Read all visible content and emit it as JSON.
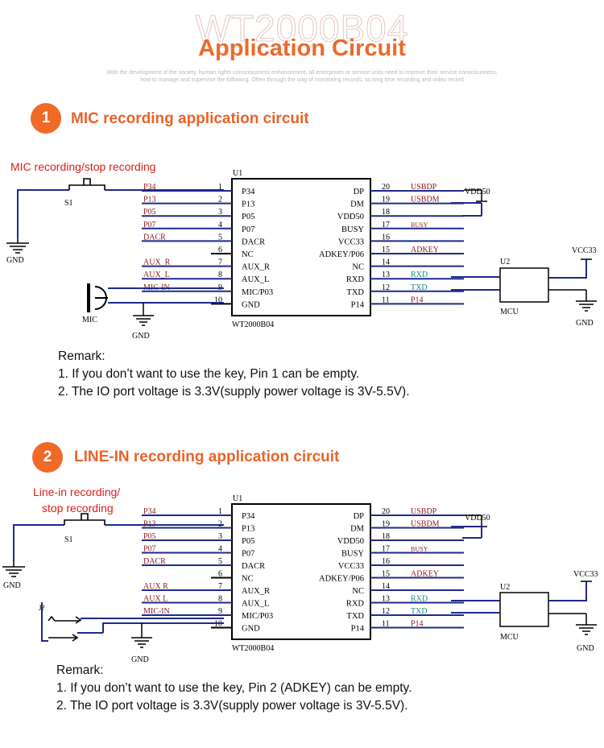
{
  "page": {
    "bg_title": "WT2000B04",
    "title": "Application Circuit",
    "subtitle_line1": "With the development of the society, human rights consciousness enhancement, all enterprises or service units need to improve their service consciousness,",
    "subtitle_line2": "how to manage and supervise the following. Often through the way of monitoring records, so long time recording and video record"
  },
  "colors": {
    "accent": "#ee6a26",
    "wire": "#1d2a8c",
    "line": "#000000",
    "pin_label": "#8b1a1a",
    "rx_tx": "#1a8a8a"
  },
  "section1": {
    "number": "1",
    "heading": "MIC recording application circuit",
    "button_label": "MIC recording/stop recording",
    "switch_ref": "S1",
    "chip_ref": "U1",
    "chip_part": "WT2000B04",
    "mic_ref": "MIC",
    "mcu_ref": "U2",
    "mcu_label": "MCU",
    "vcc": "VCC33",
    "vdd": "VDD50",
    "gnd": "GND",
    "left_nets": [
      "P34",
      "P13",
      "P05",
      "P07",
      "DACR",
      "",
      "AUX_R",
      "AUX_L",
      "MIC-IN",
      ""
    ],
    "left_pins": [
      "P34",
      "P13",
      "P05",
      "P07",
      "DACR",
      "NC",
      "AUX_R",
      "AUX_L",
      "MIC/P03",
      "GND"
    ],
    "left_nums": [
      "1",
      "2",
      "3",
      "4",
      "5",
      "6",
      "7",
      "8",
      "9",
      "10"
    ],
    "right_pins": [
      "DP",
      "DM",
      "VDD50",
      "BUSY",
      "VCC33",
      "ADKEY/P06",
      "NC",
      "RXD",
      "TXD",
      "P14"
    ],
    "right_nums": [
      "20",
      "19",
      "18",
      "17",
      "16",
      "15",
      "14",
      "13",
      "12",
      "11"
    ],
    "right_nets": [
      "USBDP",
      "USBDM",
      "",
      "BUSY",
      "",
      "ADKEY",
      "",
      "RXD",
      "TXD",
      "P14"
    ],
    "remark_title": "Remark:",
    "remark_1": "1. If you don’t want to use the key, Pin 1 can be empty.",
    "remark_2": "2. The IO port voltage is 3.3V(supply power voltage is 3V-5.5V)."
  },
  "section2": {
    "number": "2",
    "heading": "LINE-IN recording application circuit",
    "button_label_1": "Line-in recording/",
    "button_label_2": "stop recording",
    "switch_ref": "S1",
    "chip_ref": "U1",
    "chip_part": "WT2000B04",
    "jack_ref": "J?",
    "mcu_ref": "U2",
    "mcu_label": "MCU",
    "vcc": "VCC33",
    "vdd": "VDD50",
    "gnd": "GND",
    "left_nets": [
      "P34",
      "P13",
      "P05",
      "P07",
      "DACR",
      "",
      "AUX R",
      "AUX L",
      "MIC-IN",
      ""
    ],
    "left_pins": [
      "P34",
      "P13",
      "P05",
      "P07",
      "DACR",
      "NC",
      "AUX_R",
      "AUX_L",
      "MIC/P03",
      "GND"
    ],
    "left_nums": [
      "1",
      "2",
      "3",
      "4",
      "5",
      "6",
      "7",
      "8",
      "9",
      "10"
    ],
    "right_pins": [
      "DP",
      "DM",
      "VDD50",
      "BUSY",
      "VCC33",
      "ADKEY/P06",
      "NC",
      "RXD",
      "TXD",
      "P14"
    ],
    "right_nums": [
      "20",
      "19",
      "18",
      "17",
      "16",
      "15",
      "14",
      "13",
      "12",
      "11"
    ],
    "right_nets": [
      "USBDP",
      "USBDM",
      "",
      "BUSY",
      "",
      "ADKEY",
      "",
      "RXD",
      "TXD",
      "P14"
    ],
    "remark_title": "Remark:",
    "remark_1": "1. If you don’t want to use the key, Pin 2 (ADKEY) can be empty.",
    "remark_2": "2. The IO port voltage is 3.3V(supply power voltage is 3V-5.5V)."
  }
}
